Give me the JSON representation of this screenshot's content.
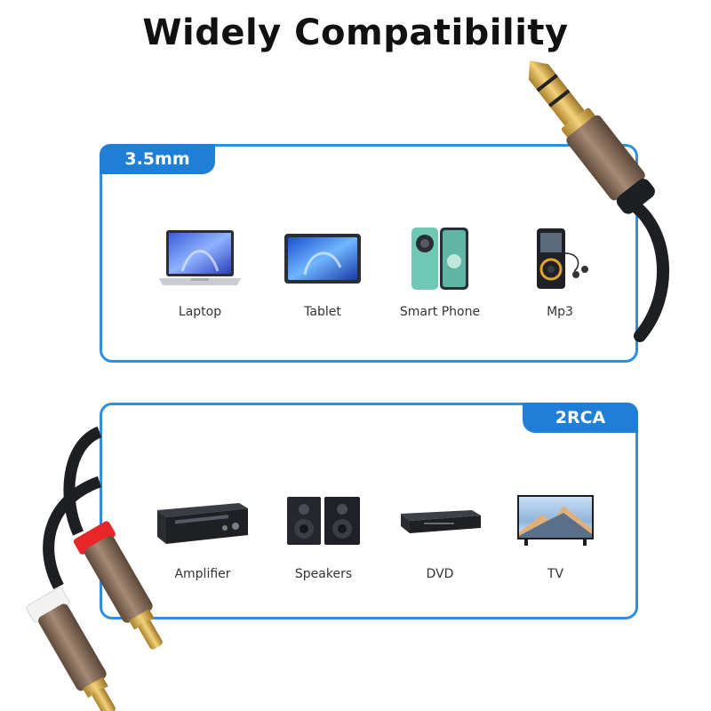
{
  "title": "Widely Compatibility",
  "panels": [
    {
      "tab": "3.5mm",
      "devices": [
        {
          "label": "Laptop",
          "icon": "laptop-icon"
        },
        {
          "label": "Tablet",
          "icon": "tablet-icon"
        },
        {
          "label": "Smart Phone",
          "icon": "smartphone-icon"
        },
        {
          "label": "Mp3",
          "icon": "mp3-player-icon"
        }
      ]
    },
    {
      "tab": "2RCA",
      "devices": [
        {
          "label": "Amplifier",
          "icon": "amplifier-icon"
        },
        {
          "label": "Speakers",
          "icon": "speakers-icon"
        },
        {
          "label": "DVD",
          "icon": "dvd-player-icon"
        },
        {
          "label": "TV",
          "icon": "tv-icon"
        }
      ]
    }
  ],
  "colors": {
    "accent": "#1f7fd6",
    "border": "#2f8ee0",
    "plug_body": "#8a6f5c",
    "gold": "#d9b24a",
    "rca_red": "#e8262a",
    "rca_white": "#f2f2f2"
  }
}
